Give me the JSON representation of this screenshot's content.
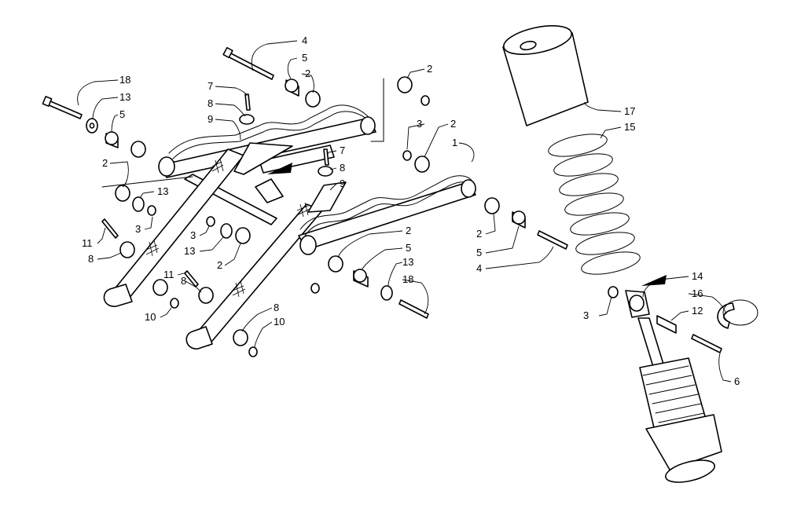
{
  "callouts": [
    {
      "id": "c-4-top",
      "text": "4"
    },
    {
      "id": "c-5-top",
      "text": "5"
    },
    {
      "id": "c-2-top",
      "text": "2"
    },
    {
      "id": "c-2-topright",
      "text": "2"
    },
    {
      "id": "c-18-left",
      "text": "18"
    },
    {
      "id": "c-13-left",
      "text": "13"
    },
    {
      "id": "c-5-left",
      "text": "5"
    },
    {
      "id": "c-7-a",
      "text": "7"
    },
    {
      "id": "c-8-a",
      "text": "8"
    },
    {
      "id": "c-9-a",
      "text": "9"
    },
    {
      "id": "c-3-mid",
      "text": "3"
    },
    {
      "id": "c-2-mid",
      "text": "2"
    },
    {
      "id": "c-1",
      "text": "1"
    },
    {
      "id": "c-7-b",
      "text": "7"
    },
    {
      "id": "c-8-b",
      "text": "8"
    },
    {
      "id": "c-9-b",
      "text": "9"
    },
    {
      "id": "c-2-left",
      "text": "2"
    },
    {
      "id": "c-13-left2",
      "text": "13"
    },
    {
      "id": "c-3-left",
      "text": "3"
    },
    {
      "id": "c-11-a",
      "text": "11"
    },
    {
      "id": "c-8-c",
      "text": "8"
    },
    {
      "id": "c-3-c",
      "text": "3"
    },
    {
      "id": "c-13-c",
      "text": "13"
    },
    {
      "id": "c-2-c",
      "text": "2"
    },
    {
      "id": "c-11-b",
      "text": "11"
    },
    {
      "id": "c-8-d",
      "text": "8"
    },
    {
      "id": "c-10-a",
      "text": "10"
    },
    {
      "id": "c-8-e",
      "text": "8"
    },
    {
      "id": "c-10-b",
      "text": "10"
    },
    {
      "id": "c-2-r",
      "text": "2"
    },
    {
      "id": "c-5-r",
      "text": "5"
    },
    {
      "id": "c-13-r",
      "text": "13"
    },
    {
      "id": "c-18-r",
      "text": "18"
    },
    {
      "id": "c-2-far",
      "text": "2"
    },
    {
      "id": "c-5-far",
      "text": "5"
    },
    {
      "id": "c-4-far",
      "text": "4"
    },
    {
      "id": "c-17",
      "text": "17"
    },
    {
      "id": "c-15",
      "text": "15"
    },
    {
      "id": "c-14",
      "text": "14"
    },
    {
      "id": "c-16",
      "text": "16"
    },
    {
      "id": "c-12",
      "text": "12"
    },
    {
      "id": "c-3-shock",
      "text": "3"
    },
    {
      "id": "c-6",
      "text": "6"
    }
  ]
}
